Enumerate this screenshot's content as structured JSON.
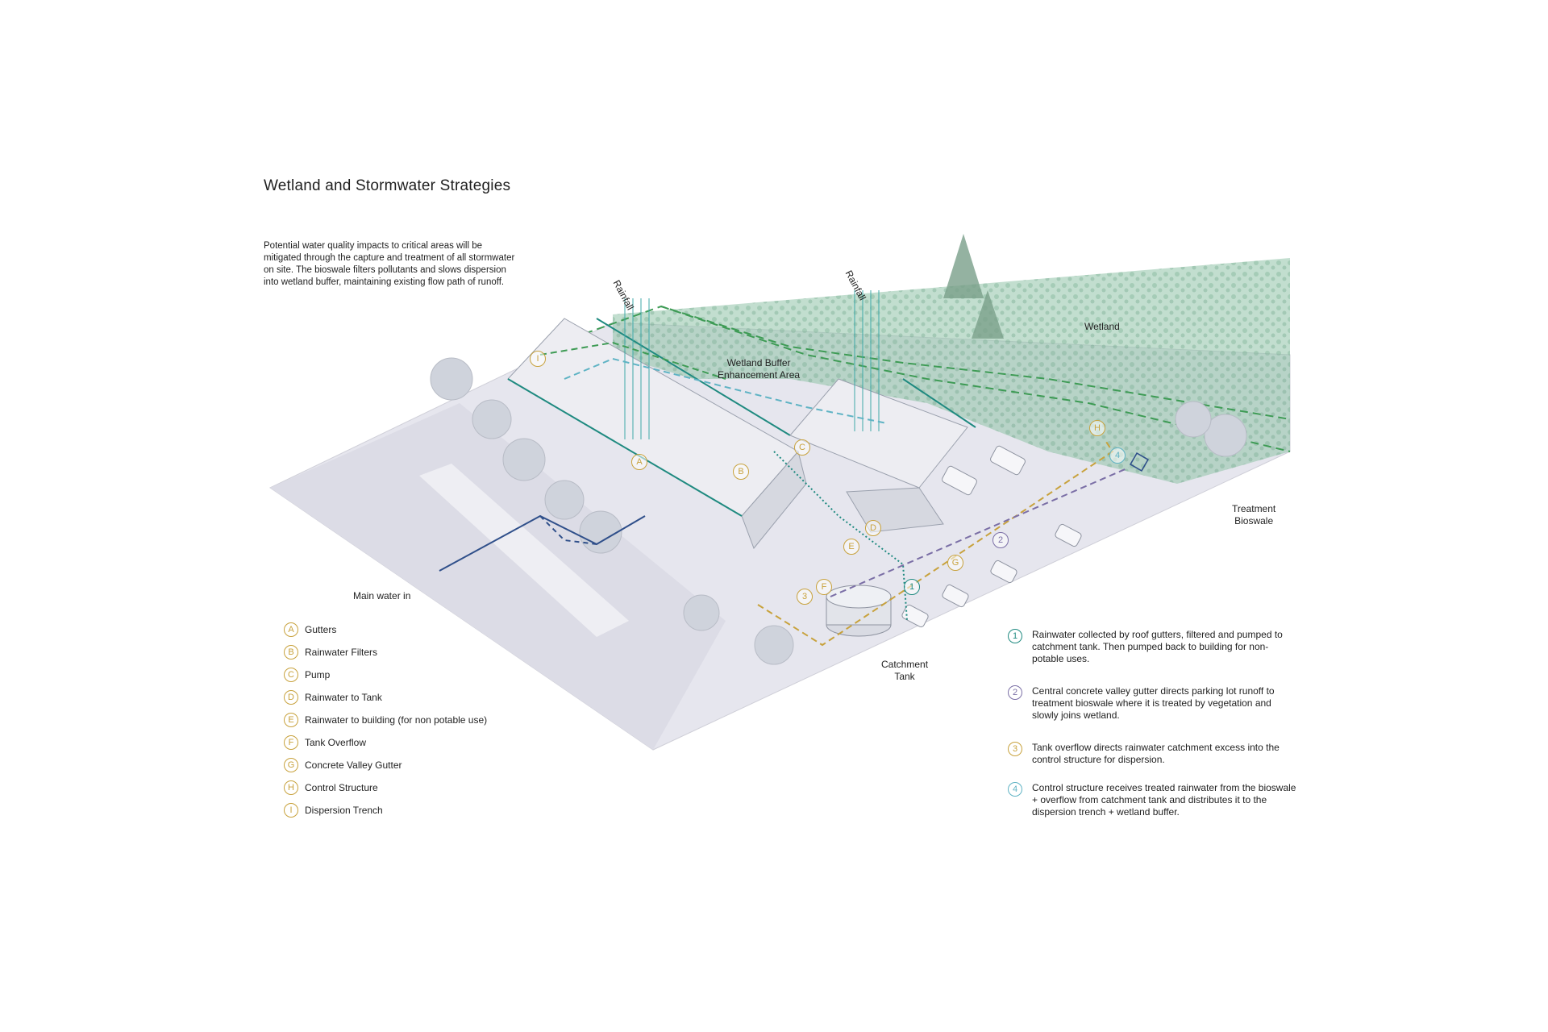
{
  "title": "Wetland and Stormwater Strategies",
  "intro": "Potential water quality impacts to critical areas will be mitigated through the capture and treatment of all stormwater on site. The bioswale filters pollutants and slows dispersion into wetland buffer, maintaining existing flow path of runoff.",
  "colors": {
    "gold": "#c8a23d",
    "teal": "#1f8a80",
    "purple": "#7b6fa6",
    "lightblue": "#5fb3c4",
    "navy": "#2f4f8a",
    "wetland": "#7fb89a"
  },
  "scene_labels": {
    "rainfall_1": "Rainfall",
    "rainfall_2": "Rainfall",
    "wetland": "Wetland",
    "buffer": "Wetland Buffer\nEnhancement Area",
    "main_water": "Main water in",
    "catchment_tank": "Catchment\nTank",
    "bioswale": "Treatment\nBioswale"
  },
  "markers": {
    "A": "A",
    "B": "B",
    "C": "C",
    "D": "D",
    "E": "E",
    "F": "F",
    "G": "G",
    "H": "H",
    "I": "I",
    "n1": "1",
    "n2": "2",
    "n3": "3",
    "n4": "4"
  },
  "legend": [
    {
      "key": "A",
      "label": "Gutters"
    },
    {
      "key": "B",
      "label": "Rainwater Filters"
    },
    {
      "key": "C",
      "label": "Pump"
    },
    {
      "key": "D",
      "label": "Rainwater to Tank"
    },
    {
      "key": "E",
      "label": "Rainwater to building (for non potable use)"
    },
    {
      "key": "F",
      "label": "Tank Overflow"
    },
    {
      "key": "G",
      "label": "Concrete Valley Gutter"
    },
    {
      "key": "H",
      "label": "Control Structure"
    },
    {
      "key": "I",
      "label": "Dispersion Trench"
    }
  ],
  "notes": [
    {
      "num": "1",
      "color": "#1f8a80",
      "text": "Rainwater collected by roof gutters, filtered and pumped to catchment tank. Then pumped back to building for non-potable uses."
    },
    {
      "num": "2",
      "color": "#7b6fa6",
      "text": "Central concrete valley gutter directs parking lot runoff to treatment bioswale where it is treated by vegetation and slowly joins wetland."
    },
    {
      "num": "3",
      "color": "#c8a23d",
      "text": "Tank overflow directs rainwater catchment excess into the control structure for dispersion."
    },
    {
      "num": "4",
      "color": "#5fb3c4",
      "text": "Control structure receives treated rainwater from the bioswale + overflow from catchment tank and distributes it to the dispersion trench + wetland buffer."
    }
  ]
}
